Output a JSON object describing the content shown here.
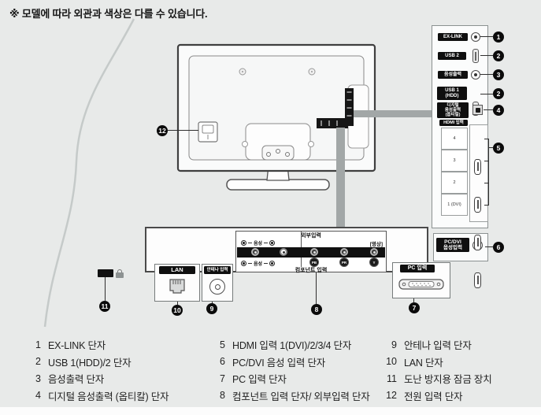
{
  "notice": "※ 모델에 따라 외관과 색상은 다를 수 있습니다.",
  "side_panel": {
    "rows": [
      {
        "label": "EX-LINK",
        "callout": "1"
      },
      {
        "label": "USB 2",
        "callout": "2"
      },
      {
        "label": "음성출력",
        "callout": "3"
      },
      {
        "label": "USB 1",
        "label2": "(HDD)",
        "callout": "2"
      },
      {
        "label": "디지털",
        "label2": "음성출력",
        "label3": "(옵티컬)",
        "callout": "4"
      }
    ],
    "hdmi": {
      "header": "HDMI 입력",
      "boxes": [
        "4",
        "3",
        "2",
        "1 (DVI)"
      ],
      "callout": "5"
    },
    "pc_dvi": {
      "label1": "PC/DVI",
      "label2": "음성입력",
      "callout": "6"
    }
  },
  "bottom_panel": {
    "ext_block": {
      "top_header": "외부입력",
      "bottom_header": "컴포넌트 입력",
      "audio": "음성",
      "video": "[영상]",
      "jack_labels": [
        "PB",
        "PR",
        "Y"
      ],
      "callout": "8"
    },
    "lan": {
      "label": "LAN",
      "callout": "10"
    },
    "antenna": {
      "label": "안테나 입력",
      "callout": "9"
    },
    "pc": {
      "label": "PC 입력",
      "callout": "7"
    },
    "lock": {
      "callout": "11"
    },
    "power": {
      "callout": "12"
    }
  },
  "legend": {
    "col1": [
      {
        "num": "1",
        "text": "EX-LINK 단자"
      },
      {
        "num": "2",
        "text": "USB 1(HDD)/2 단자"
      },
      {
        "num": "3",
        "text": "음성출력 단자"
      },
      {
        "num": "4",
        "text": "디지털 음성출력 (옵티칼) 단자"
      }
    ],
    "col2": [
      {
        "num": "5",
        "text": "HDMI 입력 1(DVI)/2/3/4 단자"
      },
      {
        "num": "6",
        "text": "PC/DVI 음성 입력 단자"
      },
      {
        "num": "7",
        "text": "PC 입력 단자"
      },
      {
        "num": "8",
        "text": "컴포넌트 입력 단자/ 외부입력 단자"
      }
    ],
    "col3": [
      {
        "num": "9",
        "text": "안테나 입력 단자"
      },
      {
        "num": "10",
        "text": "LAN 단자"
      },
      {
        "num": "11",
        "text": "도난 방지용 잠금 장치"
      },
      {
        "num": "12",
        "text": "전원 입력 단자"
      }
    ]
  },
  "colors": {
    "background": "#e8eae9",
    "label_chip": "#0f0f0f",
    "leader_bar": "#a2a7a7",
    "line": "#2f2f2f"
  }
}
